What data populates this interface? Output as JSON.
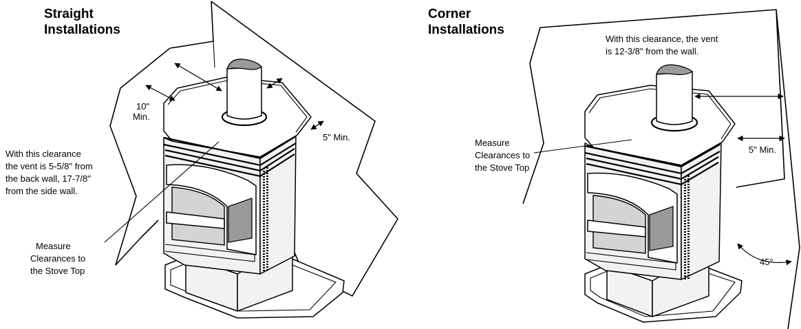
{
  "straight": {
    "title_line1": "Straight",
    "title_line2": "Installations",
    "clearance_back": "10\"",
    "clearance_back_unit": "Min.",
    "clearance_side": "5\" Min.",
    "vent_note": [
      "With this clearance",
      "the vent is 5-5/8\" from",
      "the back wall, 17-7/8\"",
      "from the side wall."
    ],
    "measure_note": [
      "Measure",
      "Clearances to",
      "the Stove Top"
    ]
  },
  "corner": {
    "title_line1": "Corner",
    "title_line2": "Installations",
    "vent_note": [
      "With this clearance, the vent",
      "is 12-3/8\" from the wall."
    ],
    "clearance_side": "5\" Min.",
    "angle": "45°",
    "measure_note": [
      "Measure",
      "Clearances to",
      "the Stove Top"
    ]
  }
}
